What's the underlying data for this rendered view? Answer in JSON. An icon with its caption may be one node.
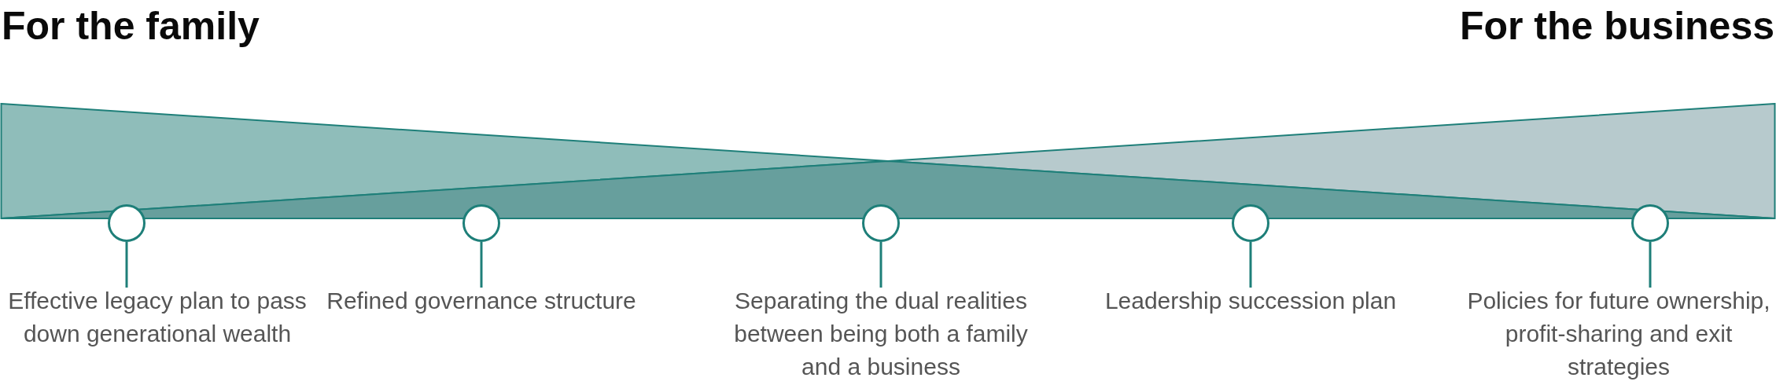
{
  "diagram": {
    "nodes": [
      {
        "text": [
          "Effective legacy plan to pass down generational wealth"
        ]
      },
      {
        "text": [
          "Refined governance structure"
        ]
      },
      {
        "text": [
          "Separating the dual realities between being both a family and a business"
        ]
      },
      {
        "text": [
          "Leadership succession plan"
        ]
      },
      {
        "text": [
          "Policies for future ownership, profit-sharing and exit strategies"
        ]
      },
      {
        "text": [],
        "shape": "circle"
      },
      {
        "text": [],
        "shape": "circle"
      },
      {
        "text": [],
        "shape": "circle"
      },
      {
        "text": [],
        "shape": "circle"
      },
      {
        "text": [],
        "shape": "circle"
      }
    ],
    "edges": [
      {
        "from": 0,
        "to": 5,
        "arrow": "none"
      },
      {
        "from": 1,
        "to": 6,
        "arrow": "none"
      },
      {
        "from": 2,
        "to": 7,
        "arrow": "none"
      },
      {
        "from": 3,
        "to": 8,
        "arrow": "none"
      },
      {
        "from": 4,
        "to": 9,
        "arrow": "none"
      }
    ],
    "labels": [
      "For the family",
      "For the business"
    ]
  }
}
